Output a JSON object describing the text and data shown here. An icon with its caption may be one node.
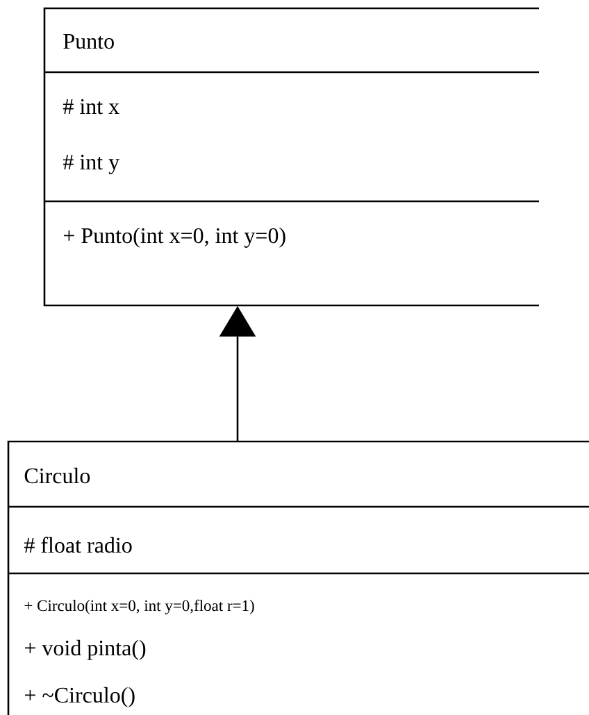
{
  "diagram": {
    "nodes": [
      {
        "text": [
          "Punto",
          "# int x",
          "# int y",
          "+ Punto(int x=0, int y=0)"
        ]
      },
      {
        "text": [
          "Circulo",
          "# float radio",
          "+ Circulo(int x=0, int y=0,float r=1)",
          "+ void pinta()",
          "+ ~Circulo()"
        ]
      }
    ],
    "edges": [
      {
        "from": 1,
        "to": 0,
        "arrow": "to"
      }
    ]
  }
}
